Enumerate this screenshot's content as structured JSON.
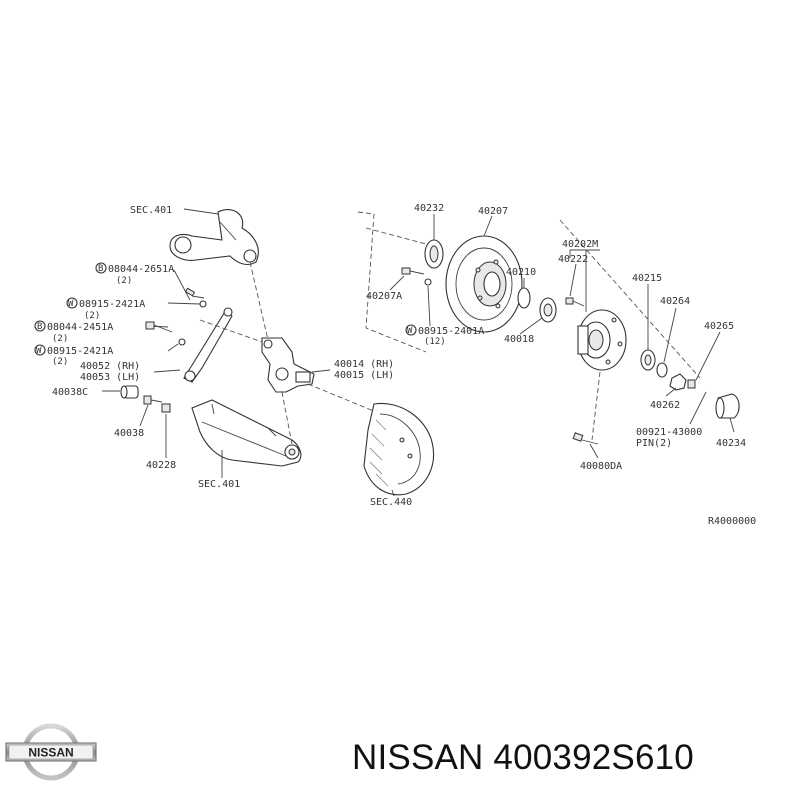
{
  "labels": {
    "sec401_top": "SEC.401",
    "p_08044_2651a": "08044-2651A",
    "q2a": "(2)",
    "p_08915_2421a_1": "08915-2421A",
    "q2b": "(2)",
    "p_08044_2451a": "08044-2451A",
    "q2c": "(2)",
    "p_08915_2421a_2": "08915-2421A",
    "q2d": "(2)",
    "p_40052": "40052 (RH)",
    "p_40053": "40053 (LH)",
    "p_40038c": "40038C",
    "p_40038": "40038",
    "p_40228": "40228",
    "sec401_bottom": "SEC.401",
    "p_40014": "40014 (RH)",
    "p_40015": "40015 (LH)",
    "sec440": "SEC.440",
    "p_40232": "40232",
    "p_40207": "40207",
    "p_40207a": "40207A",
    "p_08915_2401a": "08915-2401A",
    "q12": "(12)",
    "p_40210": "40210",
    "p_40018": "40018",
    "p_40202m": "40202M",
    "p_40222": "40222",
    "p_40215": "40215",
    "p_40264": "40264",
    "p_40265": "40265",
    "p_40262": "40262",
    "p_00921": "00921-43000",
    "pin2": "PIN(2)",
    "p_40234": "40234",
    "p_40080da": "40080DA",
    "ref": "R4000000",
    "badge_b": "B",
    "badge_w": "W"
  },
  "logo_text": "NISSAN",
  "title": "NISSAN 400392S610"
}
